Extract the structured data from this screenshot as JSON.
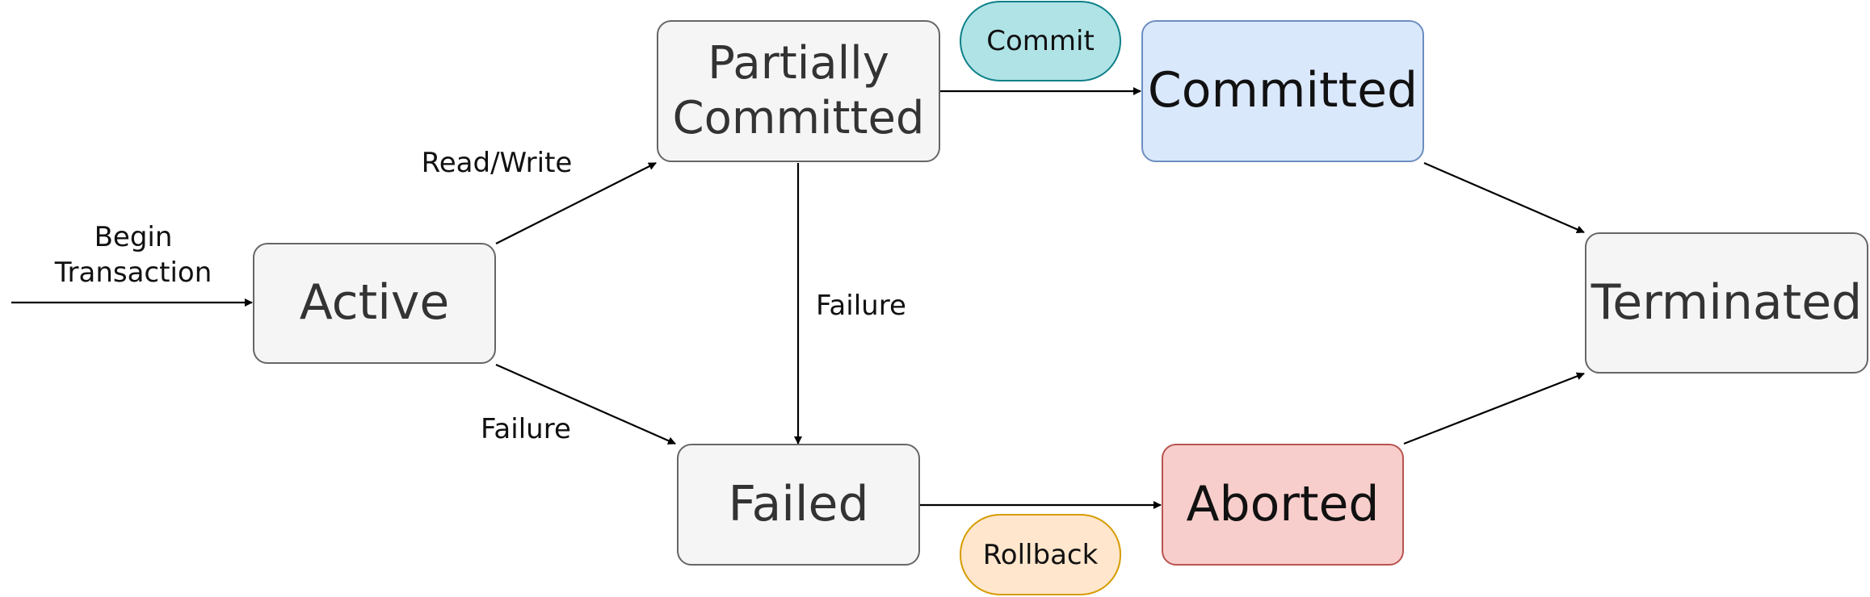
{
  "diagram": {
    "nodes": {
      "active": "Active",
      "partially_committed": "Partially\nCommitted",
      "committed": "Committed",
      "terminated": "Terminated",
      "failed": "Failed",
      "aborted": "Aborted"
    },
    "actions": {
      "commit": "Commit",
      "rollback": "Rollback"
    },
    "edge_labels": {
      "begin_transaction": "Begin\nTransaction",
      "read_write": "Read/Write",
      "failure_from_partial": "Failure",
      "failure_from_active": "Failure"
    },
    "colors": {
      "state_fill": "#f5f5f5",
      "state_stroke": "#666666",
      "committed_fill": "#dae8fc",
      "committed_stroke": "#6c8ebf",
      "aborted_fill": "#f8cecc",
      "aborted_stroke": "#b85450",
      "commit_fill": "#b0e3e6",
      "commit_stroke": "#0e8088",
      "rollback_fill": "#ffe6cc",
      "rollback_stroke": "#d79b00",
      "arrow": "#000000"
    }
  }
}
